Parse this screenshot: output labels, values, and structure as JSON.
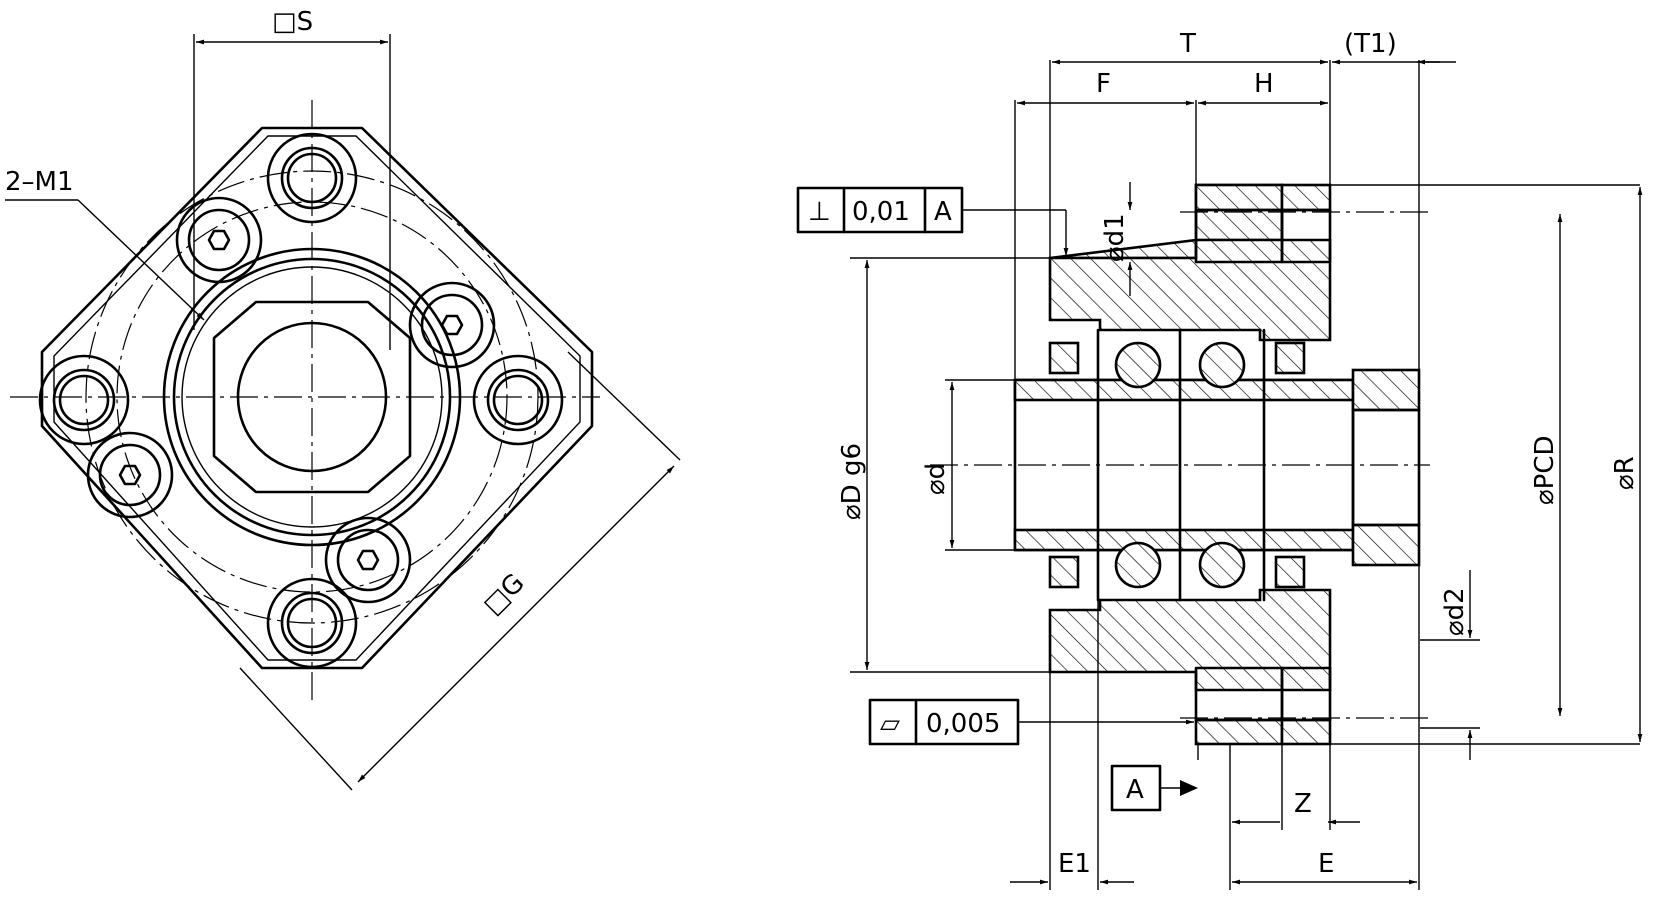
{
  "labels": {
    "S": "□S",
    "M1": "2–M1",
    "G": "□G",
    "T": "T",
    "T1": "(T1)",
    "F": "F",
    "H": "H",
    "d1": "⌀d1",
    "D": "⌀D g6",
    "d": "⌀d",
    "PCD": "⌀PCD",
    "R": "⌀R",
    "d2": "⌀d2",
    "Z": "Z",
    "E1": "E1",
    "E": "E",
    "datum": "A"
  },
  "tolerances": {
    "perpendicularity": {
      "symbol": "⊥",
      "value": "0,01",
      "datum": "A"
    },
    "flatness": {
      "symbol": "▱",
      "value": "0,005"
    }
  }
}
